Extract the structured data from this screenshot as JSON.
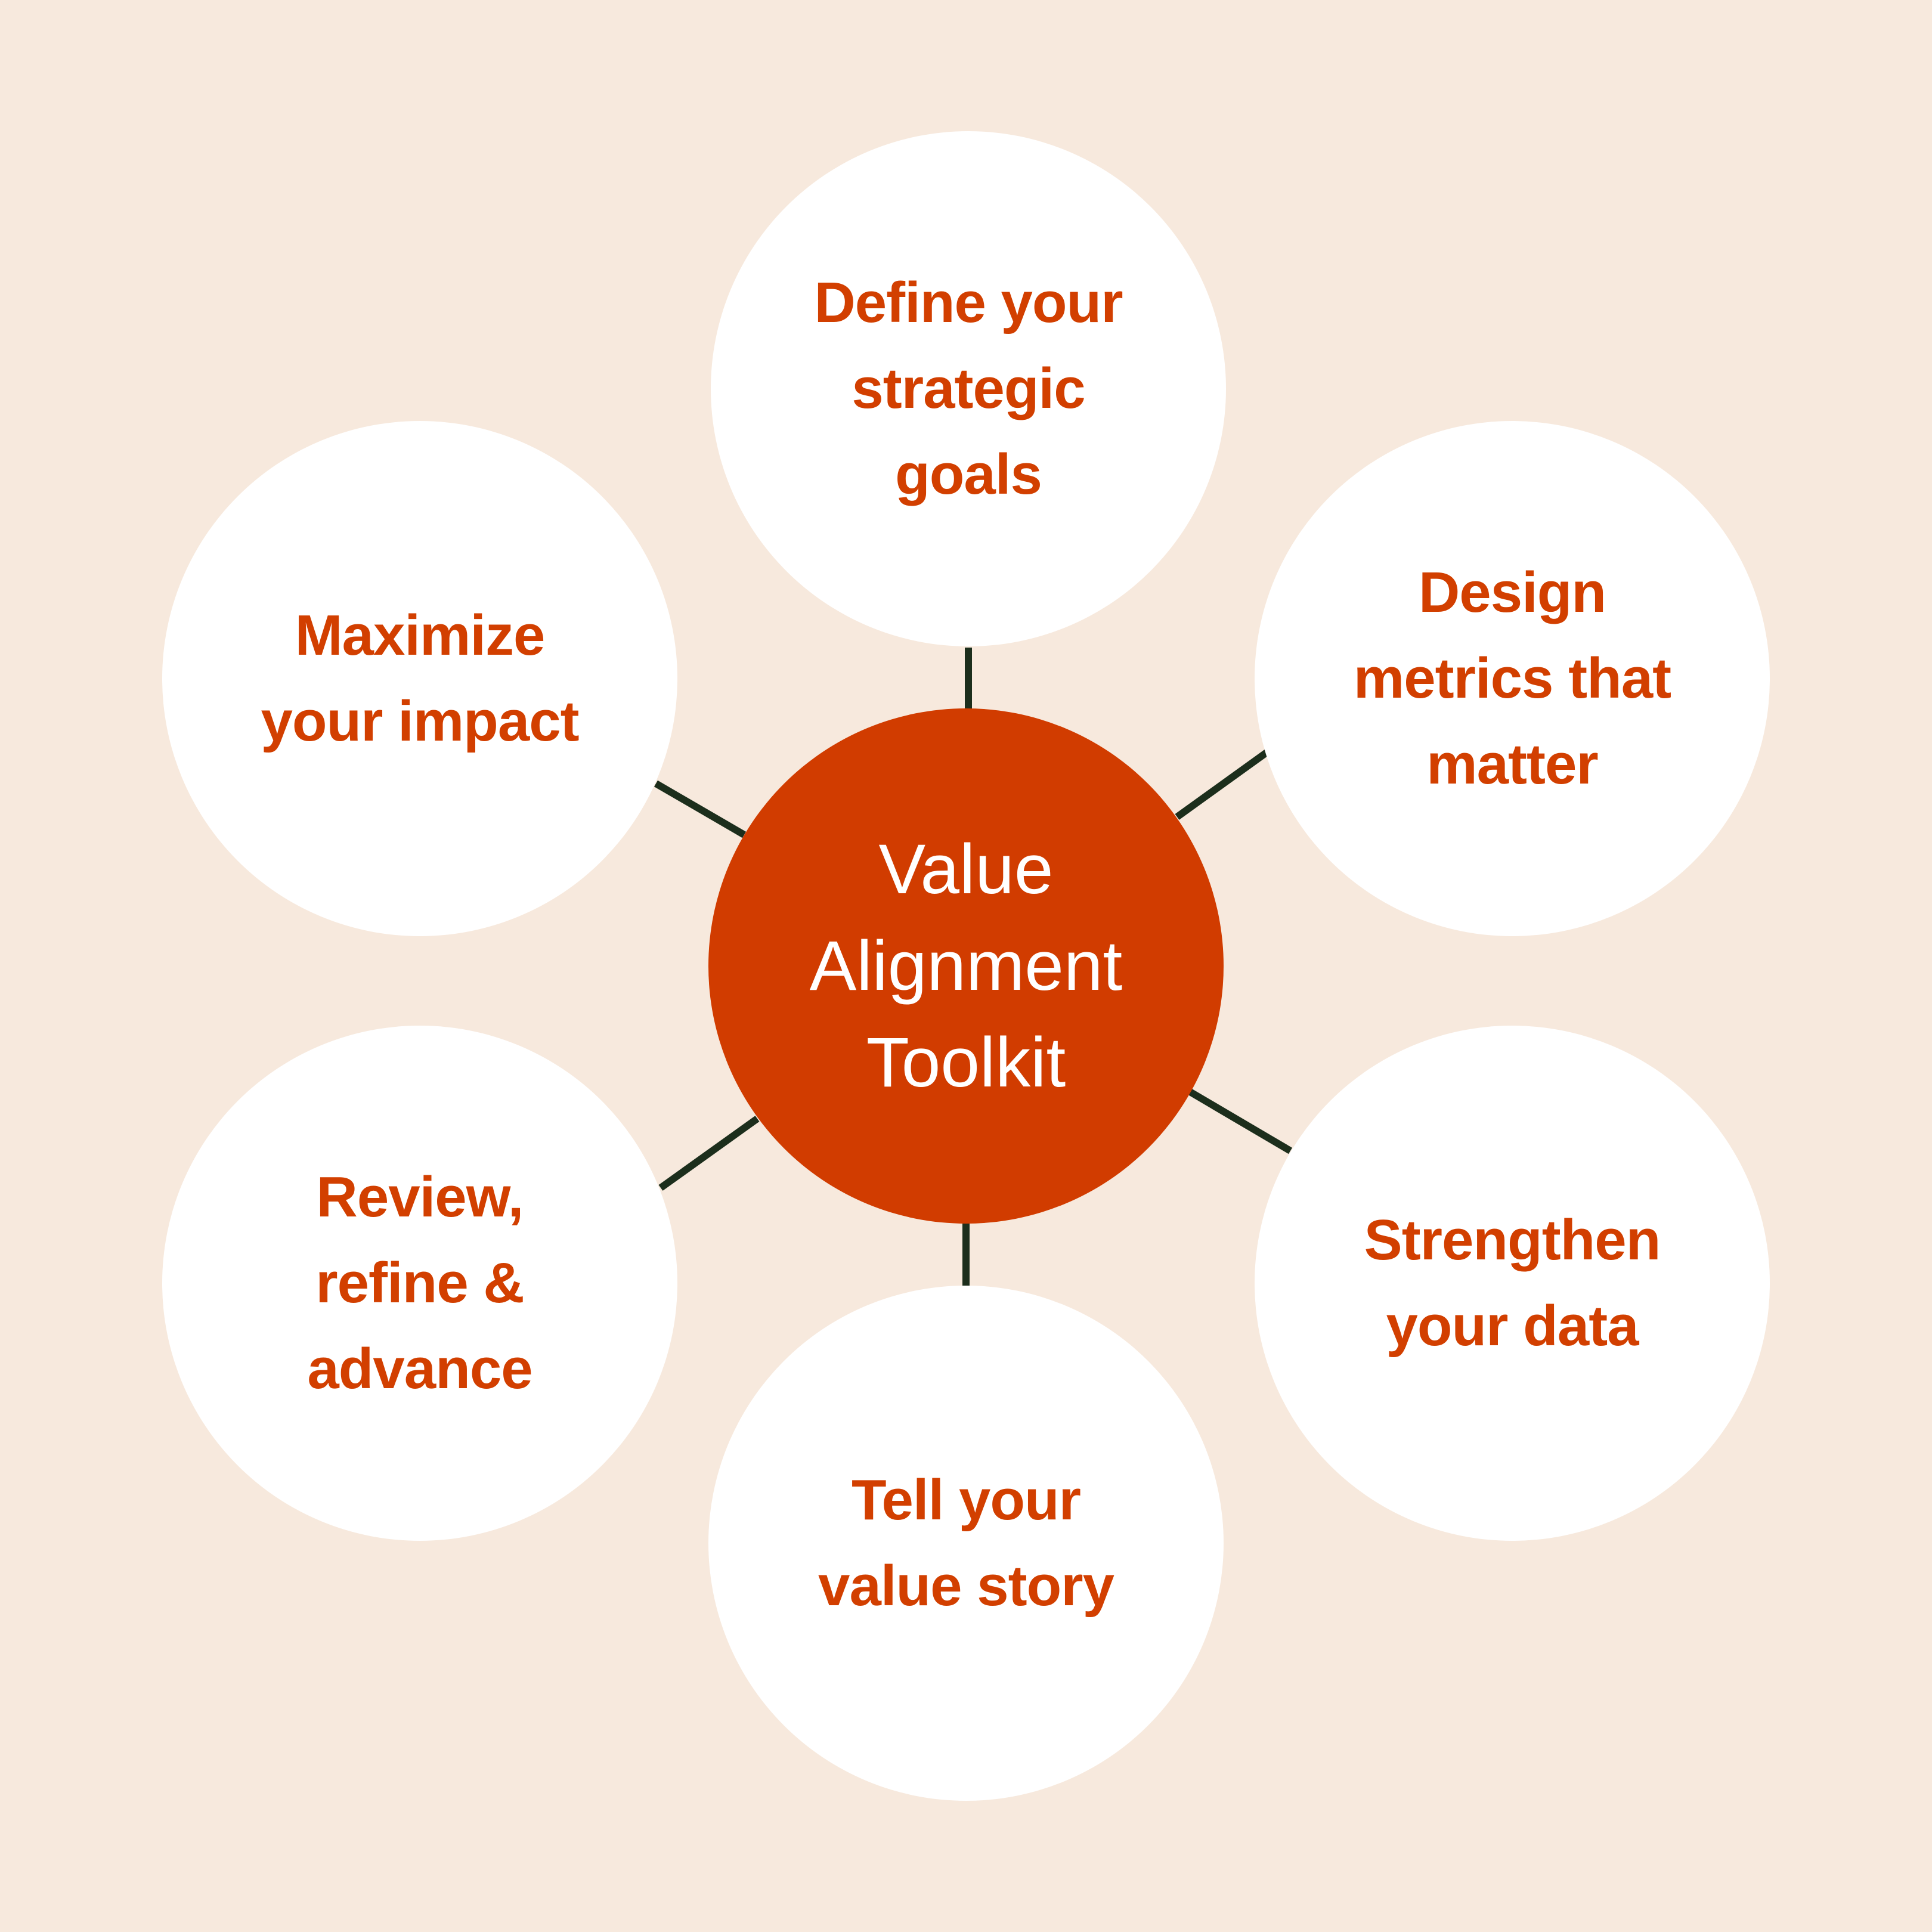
{
  "diagram": {
    "center": {
      "label": "Value Alignment Toolkit"
    },
    "nodes": [
      {
        "label": "Define your strategic goals"
      },
      {
        "label": "Design metrics that matter"
      },
      {
        "label": "Strengthen your data"
      },
      {
        "label": "Tell your value story"
      },
      {
        "label": "Review, refine & advance"
      },
      {
        "label": "Maximize your impact"
      }
    ]
  },
  "colors": {
    "background": "#f7e9dd",
    "center_fill": "#d13c00",
    "outer_fill": "#ffffff",
    "accent_text": "#d23f00",
    "connector": "#1c2e1c"
  }
}
